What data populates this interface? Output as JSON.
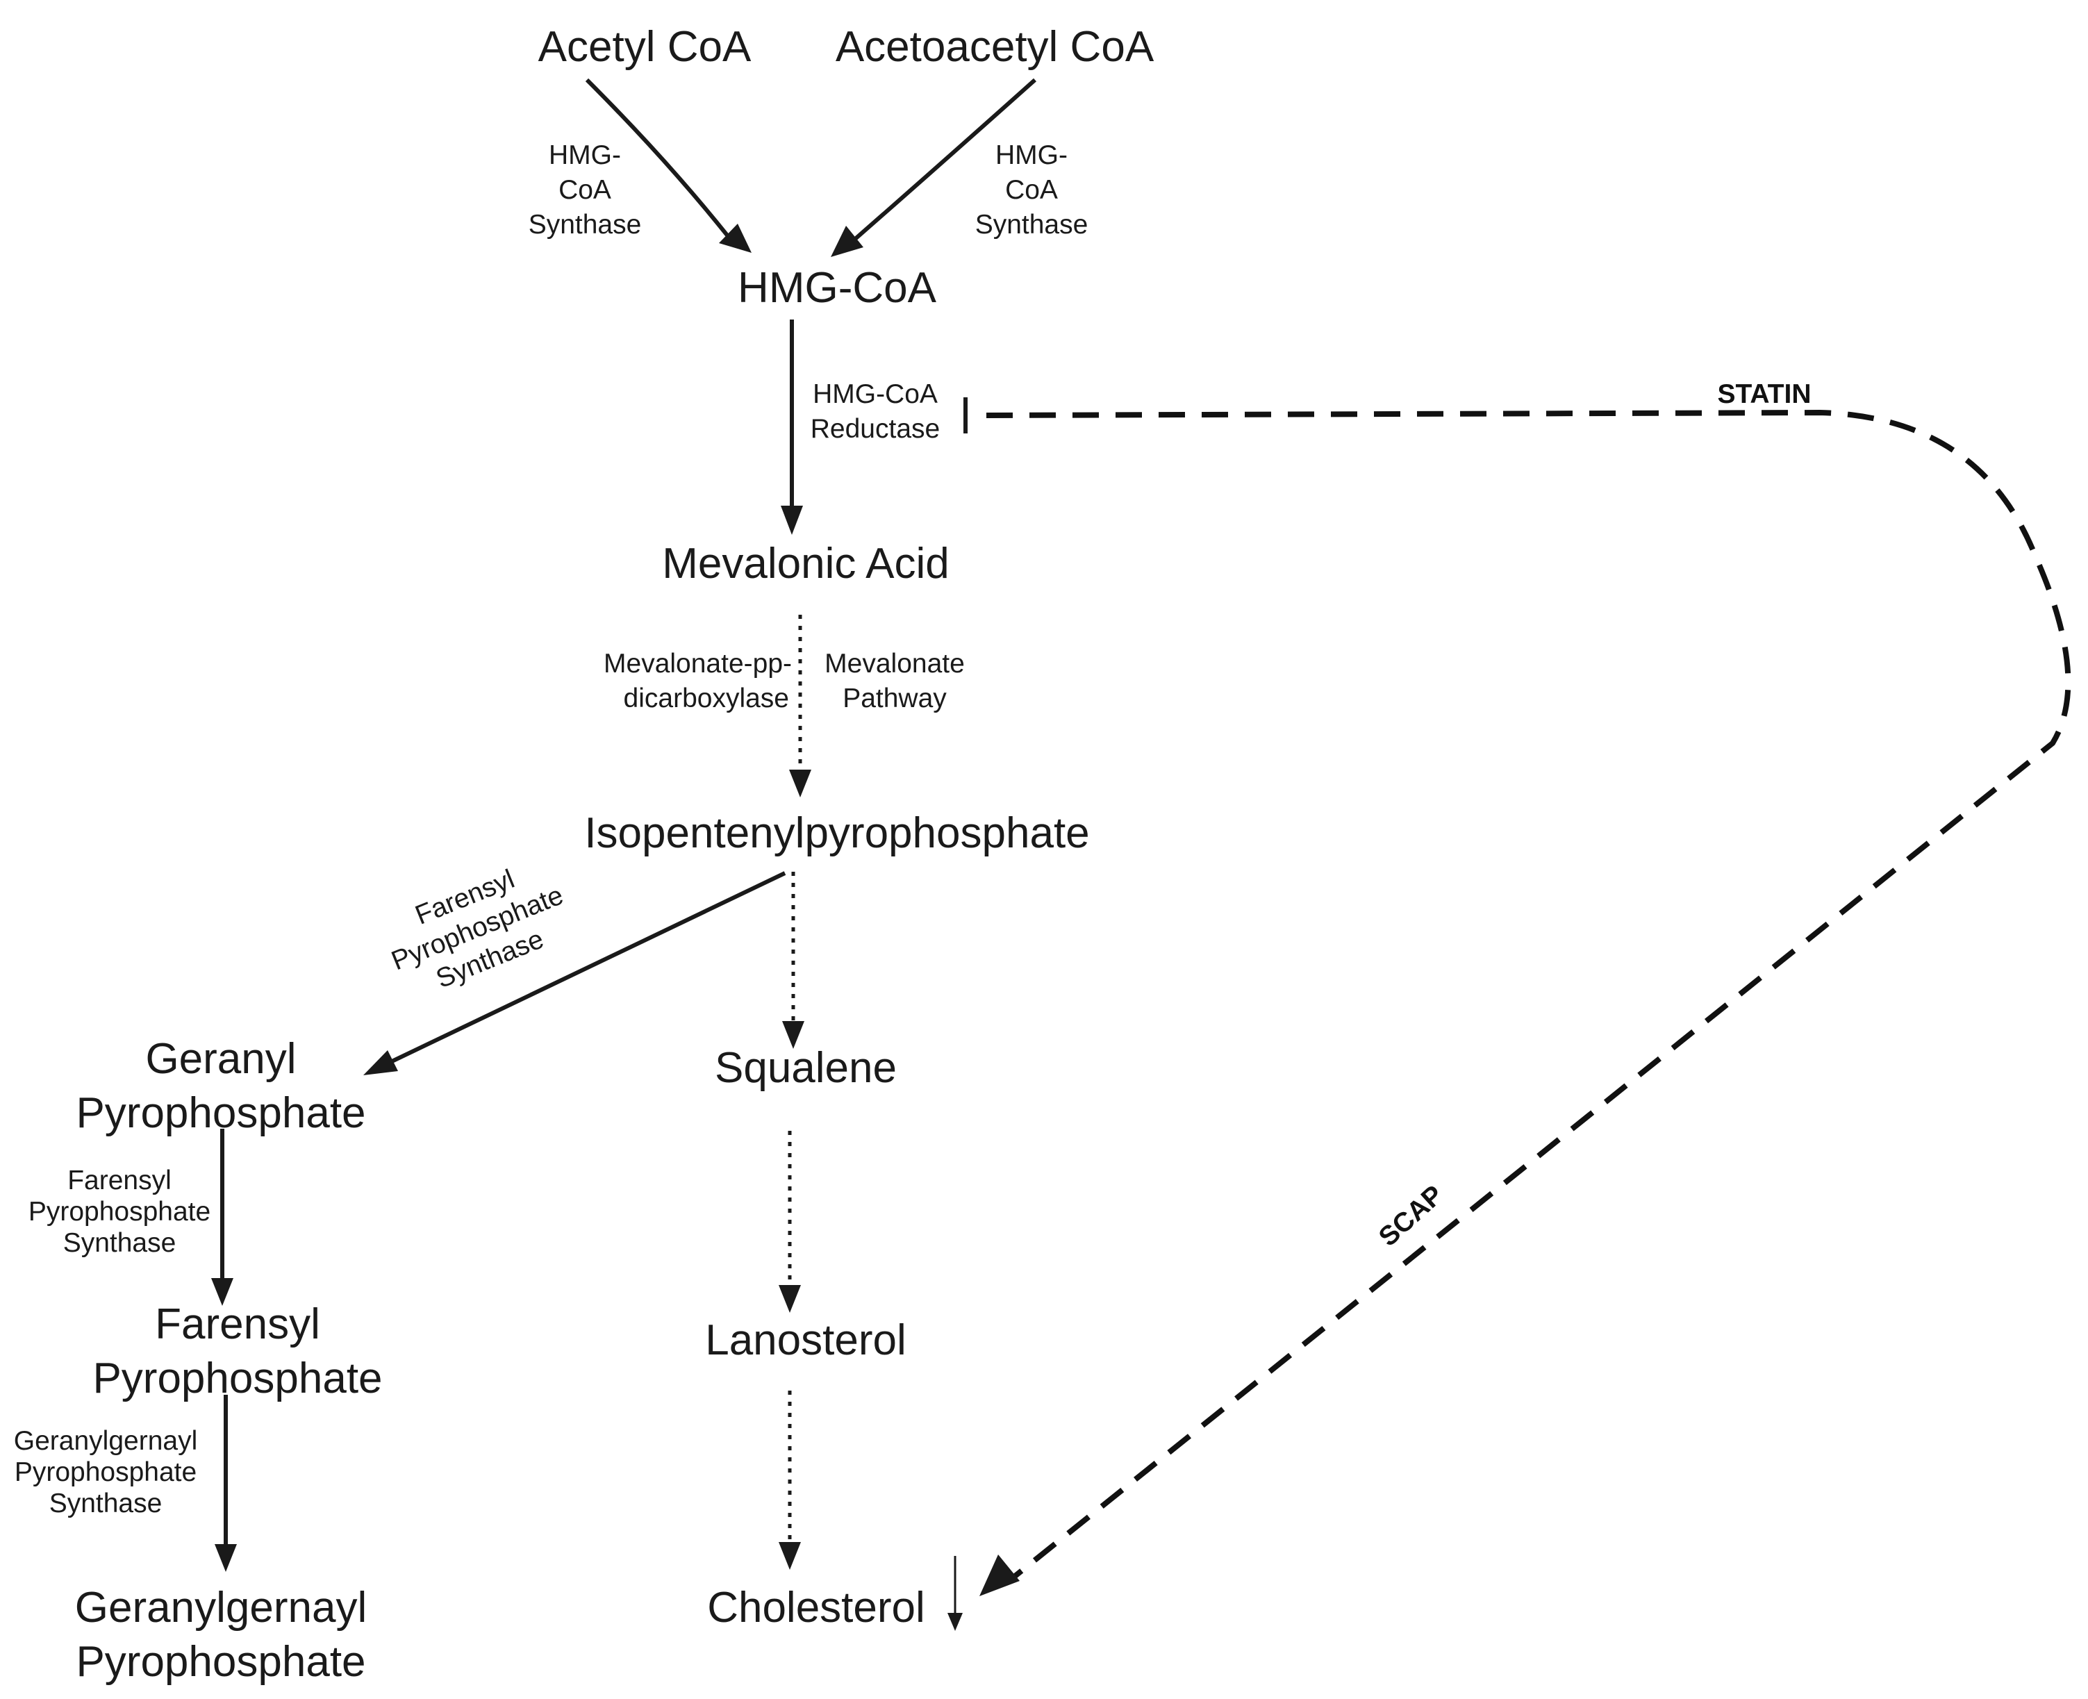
{
  "nodes": {
    "acetyl_coa": "Acetyl CoA",
    "acetoacetyl_coa": "Acetoacetyl CoA",
    "hmg_coa": "HMG-CoA",
    "mevalonic_acid": "Mevalonic Acid",
    "isopentenyl": "Isopentenylpyrophosphate",
    "squalene": "Squalene",
    "lanosterol": "Lanosterol",
    "cholesterol": "Cholesterol",
    "geranyl": [
      "Geranyl",
      "Pyrophosphate"
    ],
    "farensyl": [
      "Farensyl",
      "Pyrophosphate"
    ],
    "geranylgernayl": [
      "Geranylgernayl",
      "Pyrophosphate"
    ]
  },
  "enzymes": {
    "hmg_synthase_left": [
      "HMG-",
      "CoA",
      "Synthase"
    ],
    "hmg_synthase_right": [
      "HMG-",
      "CoA",
      "Synthase"
    ],
    "hmg_reductase": [
      "HMG-CoA",
      "Reductase"
    ],
    "mevalonate_pp": [
      "Mevalonate-pp-",
      "dicarboxylase"
    ],
    "mevalonate_pathway": [
      "Mevalonate",
      "Pathway"
    ],
    "fpp_synthase_diag": [
      "Farensyl",
      "Pyrophosphate",
      "Synthase"
    ],
    "fpp_synthase": [
      "Farensyl",
      "Pyrophosphate",
      "Synthase"
    ],
    "ggpp_synthase": [
      "Geranylgernayl",
      "Pyrophosphate",
      "Synthase"
    ]
  },
  "regulators": {
    "statin": "STATIN",
    "scap": "SCAP"
  },
  "colors": {
    "ink": "#1a1a1a",
    "background": "#ffffff"
  }
}
